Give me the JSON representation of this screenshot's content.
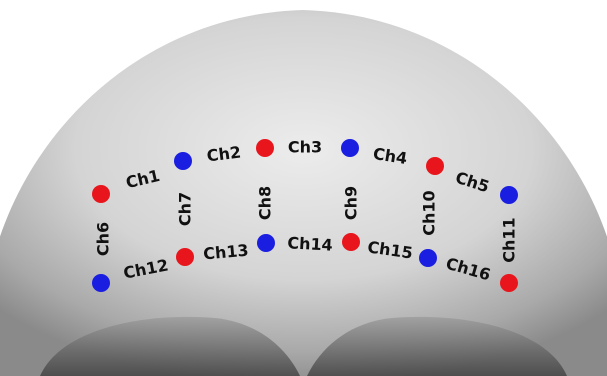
{
  "figure": {
    "colors": {
      "source": "#e8161c",
      "detector": "#1a1ee0",
      "label": "#111111"
    },
    "optodes": [
      {
        "id": "r1",
        "kind": "source"
      },
      {
        "id": "b1",
        "kind": "detector"
      },
      {
        "id": "r2",
        "kind": "source"
      },
      {
        "id": "b2",
        "kind": "detector"
      },
      {
        "id": "r3",
        "kind": "source"
      },
      {
        "id": "b3",
        "kind": "detector"
      },
      {
        "id": "b4",
        "kind": "detector"
      },
      {
        "id": "r4",
        "kind": "source"
      },
      {
        "id": "b5",
        "kind": "detector"
      },
      {
        "id": "r5",
        "kind": "source"
      },
      {
        "id": "b6",
        "kind": "detector"
      },
      {
        "id": "r6",
        "kind": "source"
      }
    ],
    "channels": [
      {
        "label": "Ch1"
      },
      {
        "label": "Ch2"
      },
      {
        "label": "Ch3"
      },
      {
        "label": "Ch4"
      },
      {
        "label": "Ch5"
      },
      {
        "label": "Ch6"
      },
      {
        "label": "Ch7"
      },
      {
        "label": "Ch8"
      },
      {
        "label": "Ch9"
      },
      {
        "label": "Ch10"
      },
      {
        "label": "Ch11"
      },
      {
        "label": "Ch12"
      },
      {
        "label": "Ch13"
      },
      {
        "label": "Ch14"
      },
      {
        "label": "Ch15"
      },
      {
        "label": "Ch16"
      }
    ]
  }
}
